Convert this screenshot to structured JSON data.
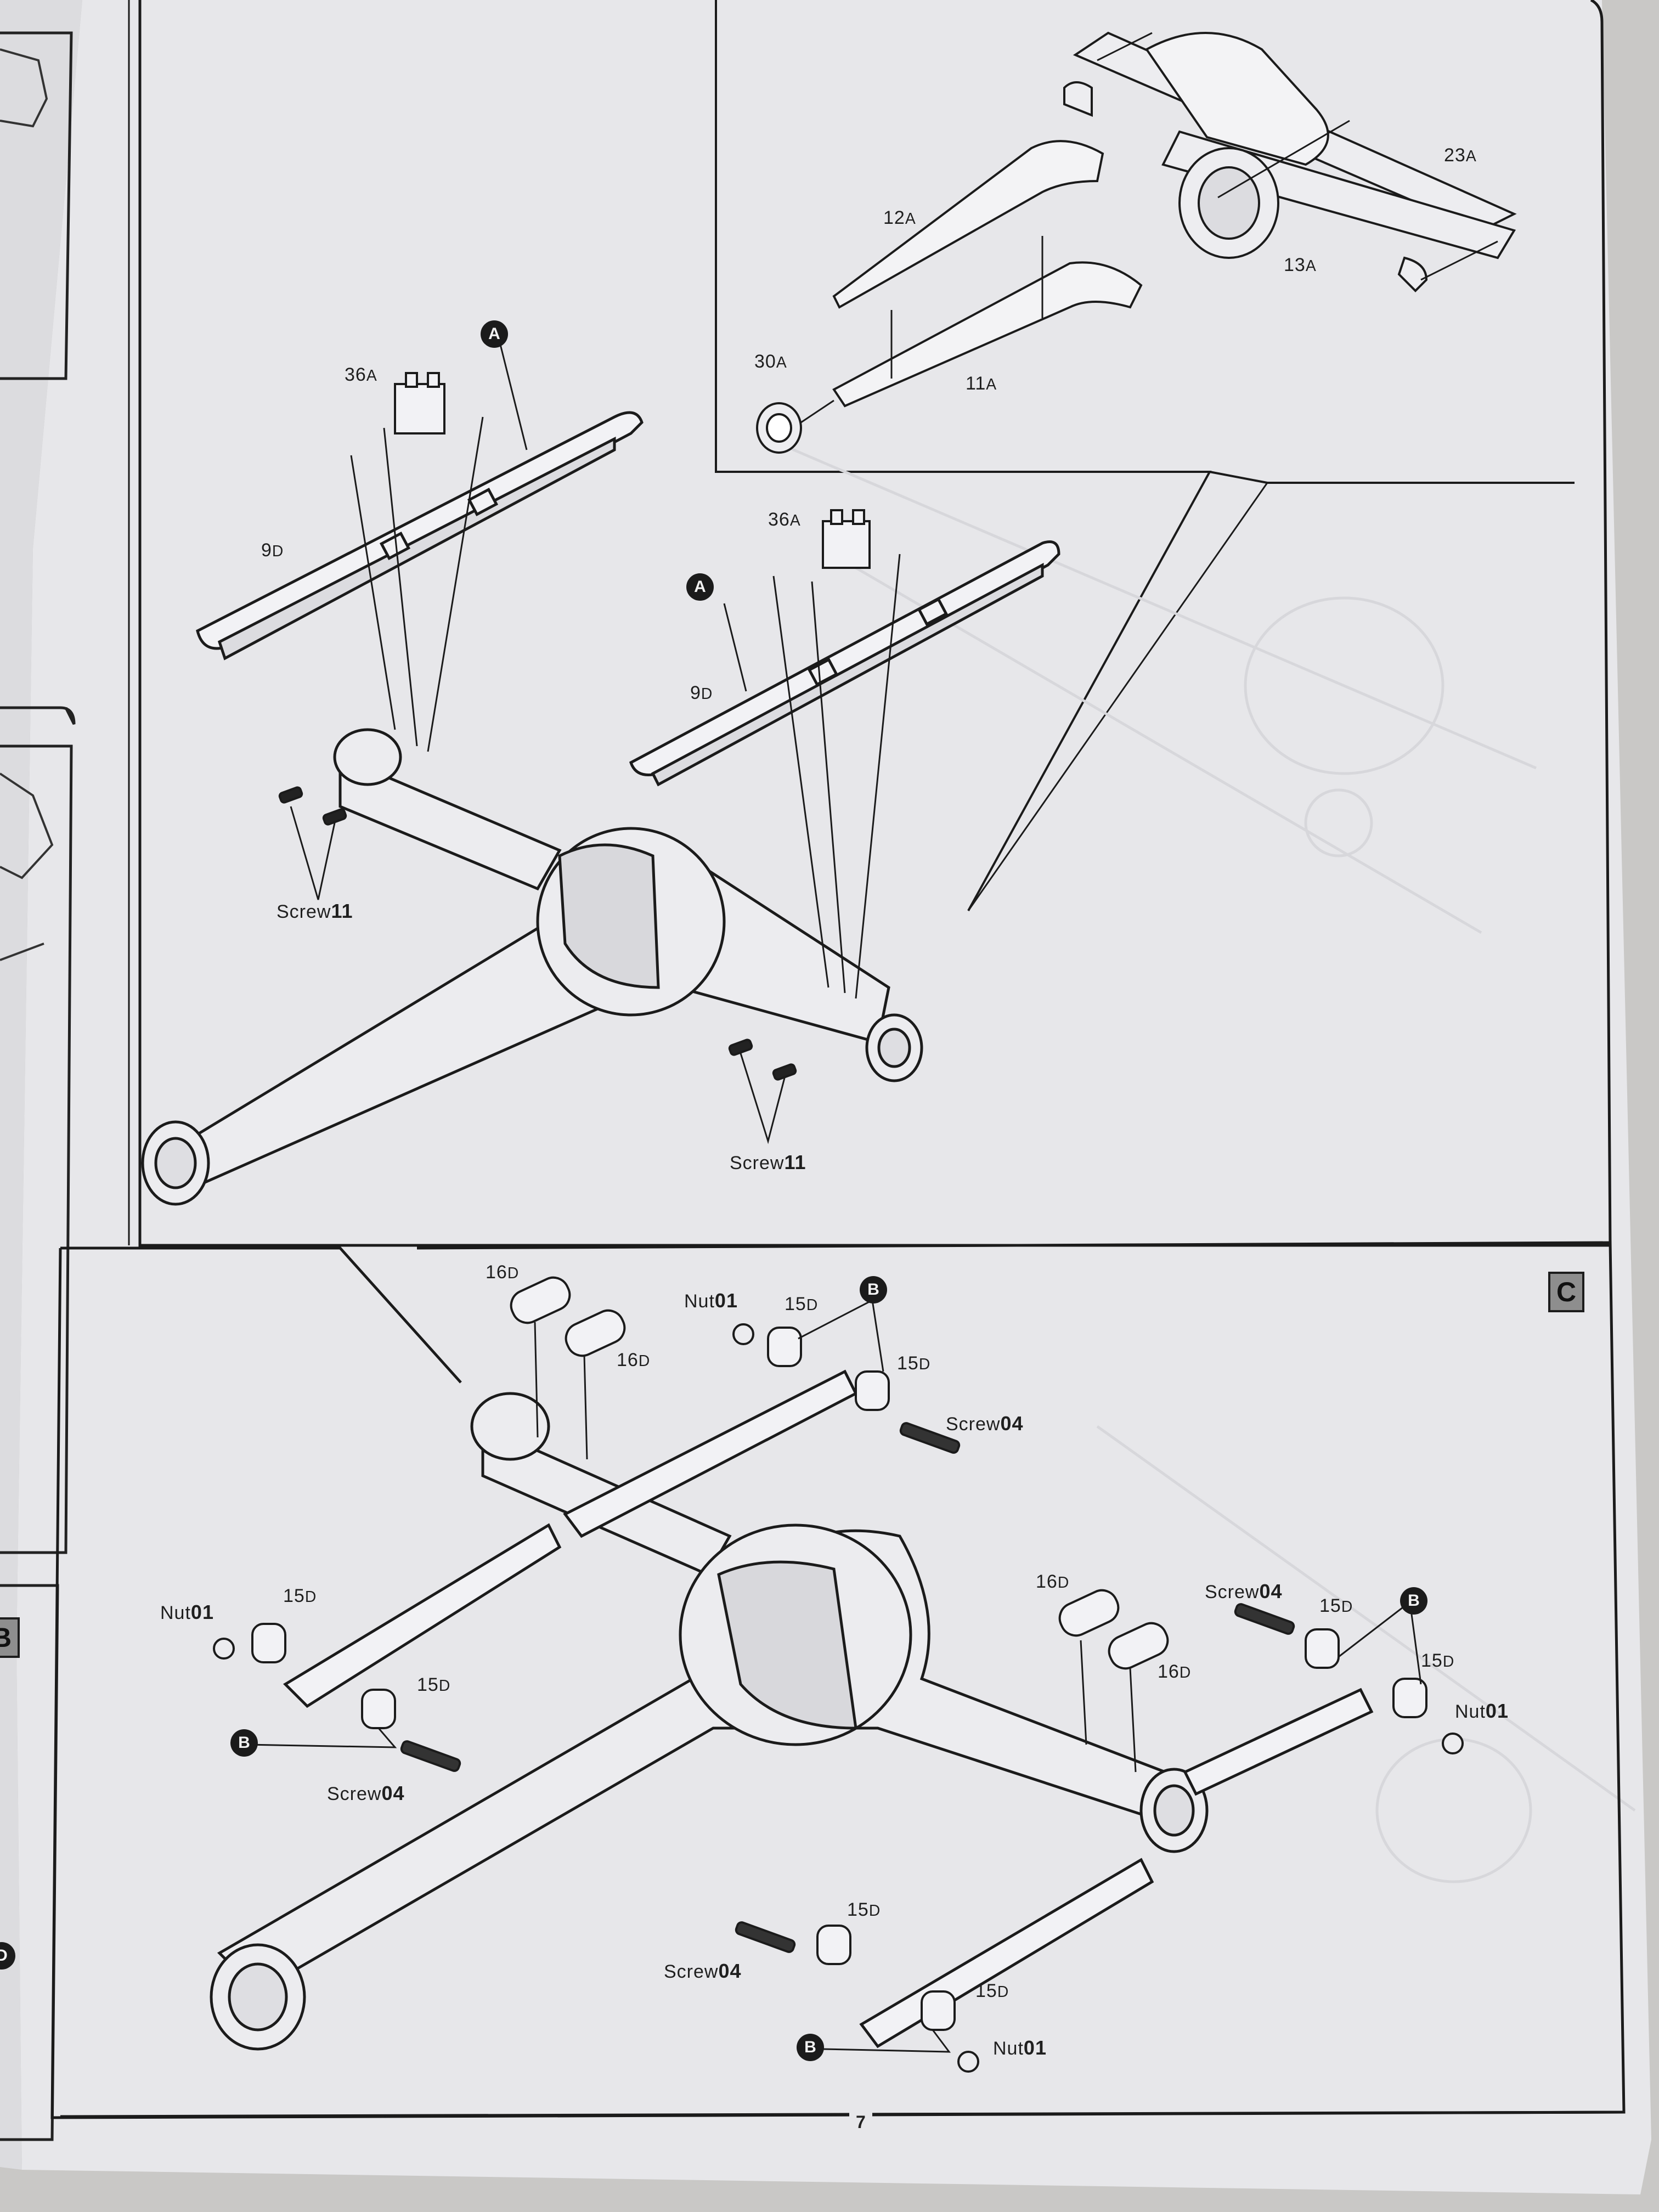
{
  "page_number": "7",
  "step_label": "C",
  "callouts": {
    "A": "A",
    "B": "B"
  },
  "parts": {
    "p36A": "36",
    "p9D": "9",
    "p12A": "12",
    "p11A": "11",
    "p13A": "13",
    "p23A": "23",
    "p30A": "30",
    "p16D": "16",
    "p15D": "15",
    "suffix_A": "A",
    "suffix_D": "D"
  },
  "hardware": {
    "screw_word": "Screw",
    "nut_word": "Nut",
    "screw11": "11",
    "screw04": "04",
    "nut01": "01"
  },
  "left_strip": {
    "step_b": "B",
    "circle_d": "D"
  },
  "colors": {
    "page": "#e7e7ea",
    "ink": "#1b1b1b",
    "shade": "#cfcfd2",
    "background": "#c9c8c6"
  }
}
